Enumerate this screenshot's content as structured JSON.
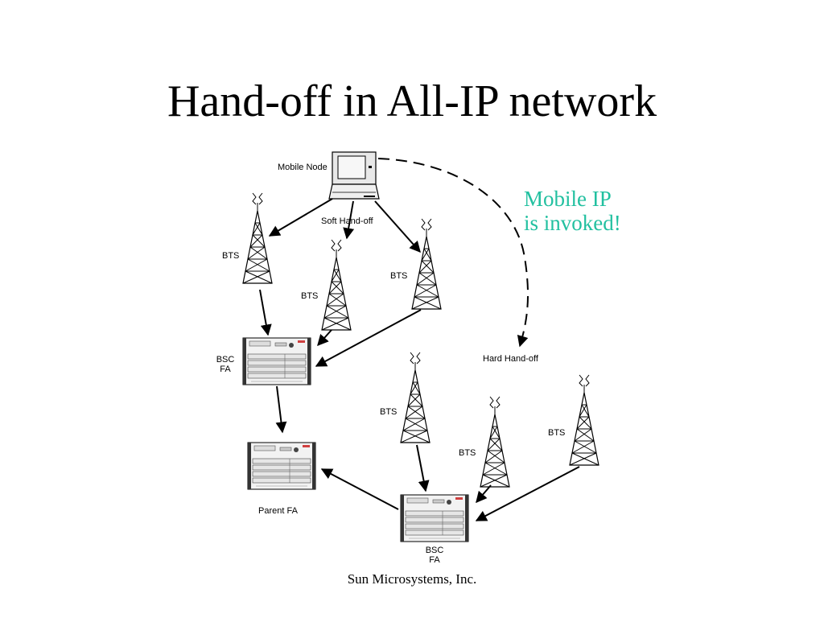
{
  "slide": {
    "title": "Hand-off in All-IP network",
    "footer": "Sun Microsystems, Inc."
  },
  "diagram": {
    "mobile_node_label": "Mobile Node",
    "soft_handoff_label": "Soft Hand-off",
    "hard_handoff_label": "Hard Hand-off",
    "note_line1": "Mobile IP",
    "note_line2": "is invoked!",
    "bts_label": "BTS",
    "bsc_label_line1": "BSC",
    "bsc_label_line2": "FA",
    "parent_fa_label": "Parent FA",
    "accent_color": "#22c0a0"
  }
}
